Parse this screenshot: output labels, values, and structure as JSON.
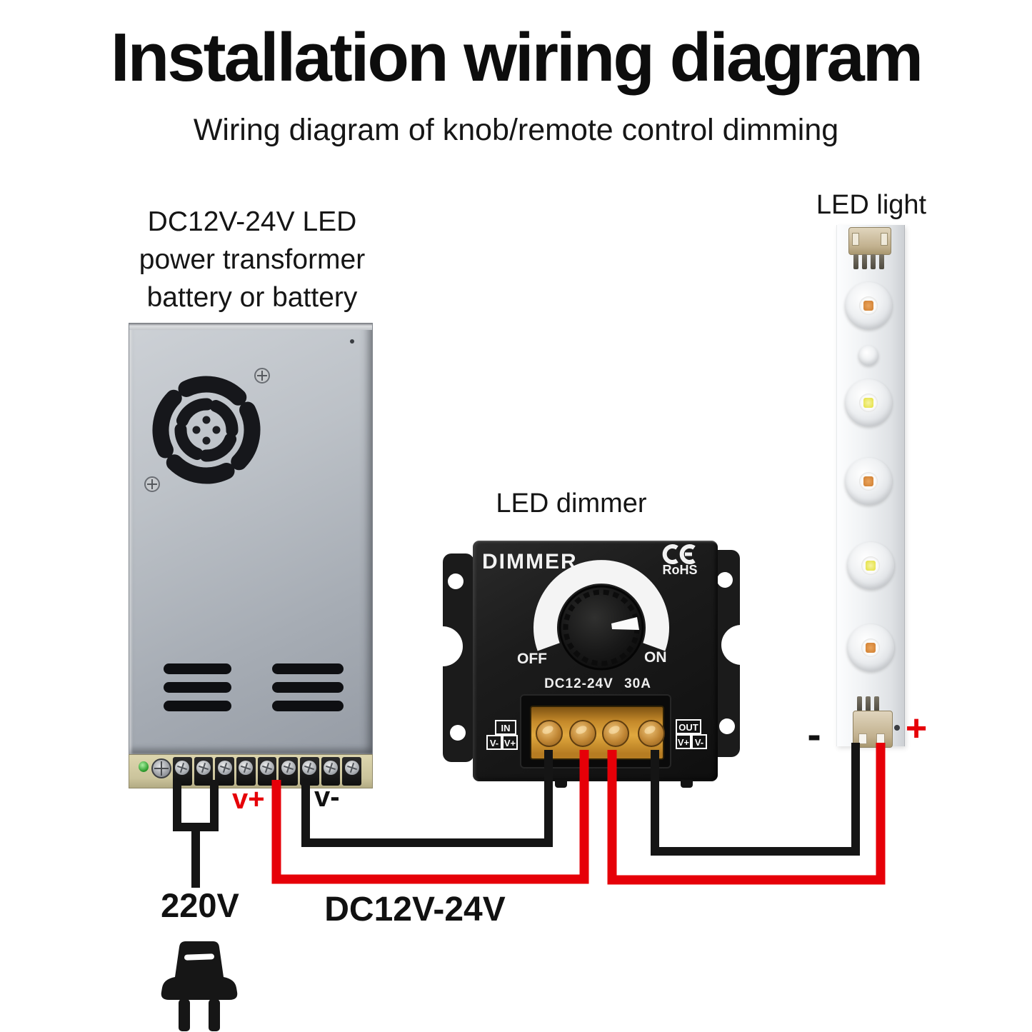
{
  "title": "Installation wiring diagram",
  "subtitle": "Wiring diagram of knob/remote control dimming",
  "power_supply": {
    "label_lines": [
      "DC12V-24V LED",
      "power transformer",
      "battery or battery"
    ]
  },
  "dimmer": {
    "label": "LED dimmer",
    "brand": "DIMMER",
    "cert": "RoHS",
    "off": "OFF",
    "on": "ON",
    "rating": "DC12-24V 30A",
    "in_title": "IN",
    "in_left": "V-",
    "in_right": "V+",
    "out_title": "OUT",
    "out_left": "V+",
    "out_right": "V-"
  },
  "led_strip": {
    "label": "LED light",
    "minus": "-",
    "plus": "+"
  },
  "wiring": {
    "v_plus": "v+",
    "v_minus": "v-",
    "mains": "220V",
    "dc_line": "DC12V-24V"
  },
  "colors": {
    "wire_red": "#e60008",
    "wire_black": "#151515",
    "psu_silver": "#b4b9c0",
    "dimmer_black": "#1b1b1b",
    "terminal_amber": "#d79a35",
    "led_warm": "#d9873a",
    "led_cool": "#e8e449"
  }
}
